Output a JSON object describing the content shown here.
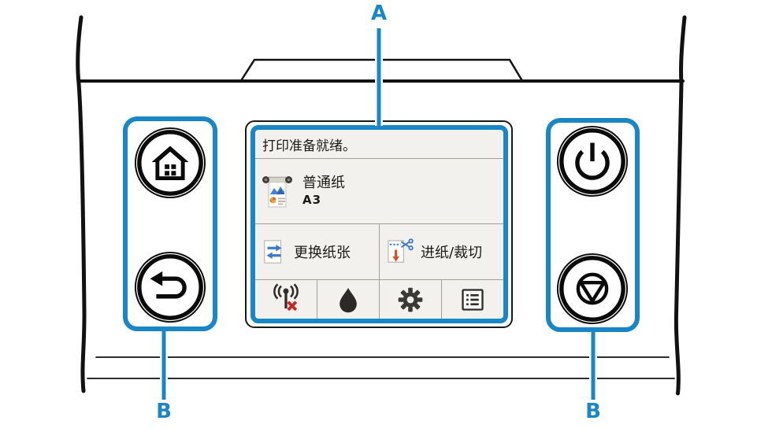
{
  "callouts": {
    "screen": "A",
    "left_button_group": "B",
    "right_button_group": "B"
  },
  "screen": {
    "status_text": "打印准备就绪。",
    "paper_info": {
      "type": "普通纸",
      "size": "A3",
      "icon": "roll-paper-icon"
    },
    "action_buttons": [
      {
        "label": "更换纸张",
        "icon": "replace-paper-icon"
      },
      {
        "label": "进纸/裁切",
        "icon": "feed-cut-icon"
      }
    ],
    "toolbar_icons": [
      "wifi-disabled-icon",
      "ink-level-icon",
      "settings-gear-icon",
      "menu-list-icon"
    ]
  },
  "hardware": {
    "left_buttons": [
      "home-button",
      "back-button"
    ],
    "right_buttons": [
      "power-button",
      "stop-button"
    ]
  },
  "colors": {
    "callout_blue": "#1987c5",
    "screen_background": "#f2f1ed",
    "wifi_error_red": "#cc2525",
    "feed_arrow_orange": "#cf5429",
    "icon_blue": "#3a78d2"
  }
}
